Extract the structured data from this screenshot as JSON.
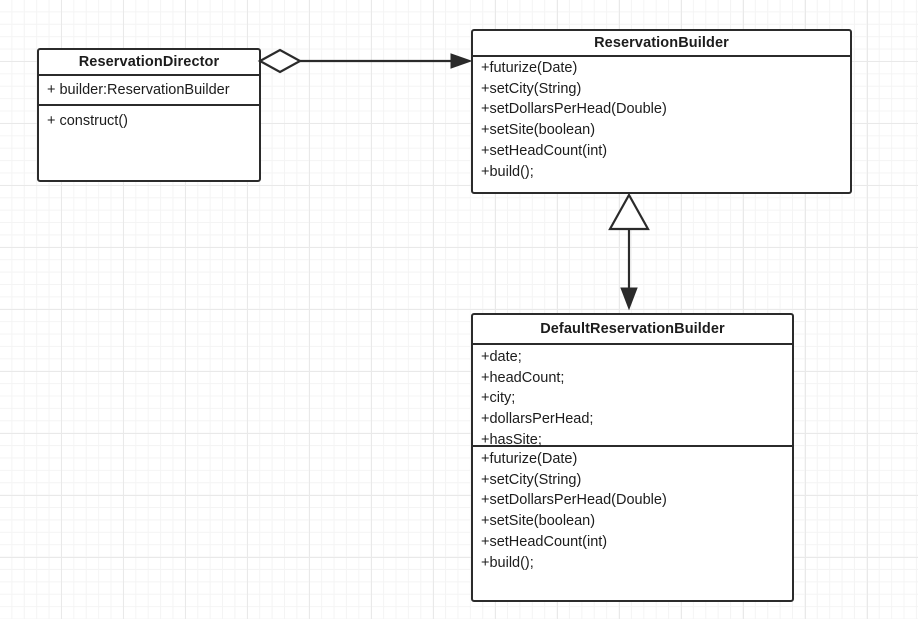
{
  "diagram": {
    "type": "uml-class-diagram",
    "background": {
      "color": "#ffffff",
      "grid_minor_color": "#f4f4f4",
      "grid_major_color": "#e9e9e9"
    },
    "stroke_color": "#2b2b2b",
    "text_color": "#1c1c1c"
  },
  "classes": [
    {
      "id": "reservation-director",
      "name": "ReservationDirector",
      "attributes": [
        "+ builder:ReservationBuilder"
      ],
      "operations": [
        "+ construct()"
      ]
    },
    {
      "id": "reservation-builder",
      "name": "ReservationBuilder",
      "attributes": [],
      "operations": [
        "+futurize(Date)",
        "+setCity(String)",
        "+setDollarsPerHead(Double)",
        "+setSite(boolean)",
        "+setHeadCount(int)",
        "+build();"
      ]
    },
    {
      "id": "default-reservation-builder",
      "name": "DefaultReservationBuilder",
      "attributes": [
        "+date;",
        "+headCount;",
        "+city;",
        "+dollarsPerHead;",
        "+hasSite;"
      ],
      "operations": [
        "+futurize(Date)",
        "+setCity(String)",
        "+setDollarsPerHead(Double)",
        "+setSite(boolean)",
        "+setHeadCount(int)",
        "+build();"
      ]
    }
  ],
  "relationships": [
    {
      "id": "aggregation-director-builder",
      "kind": "aggregation",
      "source": "ReservationDirector",
      "target": "ReservationBuilder",
      "source_marker": "hollow-diamond",
      "target_marker": "filled-arrow",
      "label": ""
    },
    {
      "id": "generalization-builder-default",
      "kind": "generalization",
      "source": "ReservationBuilder",
      "target": "DefaultReservationBuilder",
      "source_marker": "hollow-triangle",
      "target_marker": "filled-arrow",
      "label": ""
    }
  ]
}
